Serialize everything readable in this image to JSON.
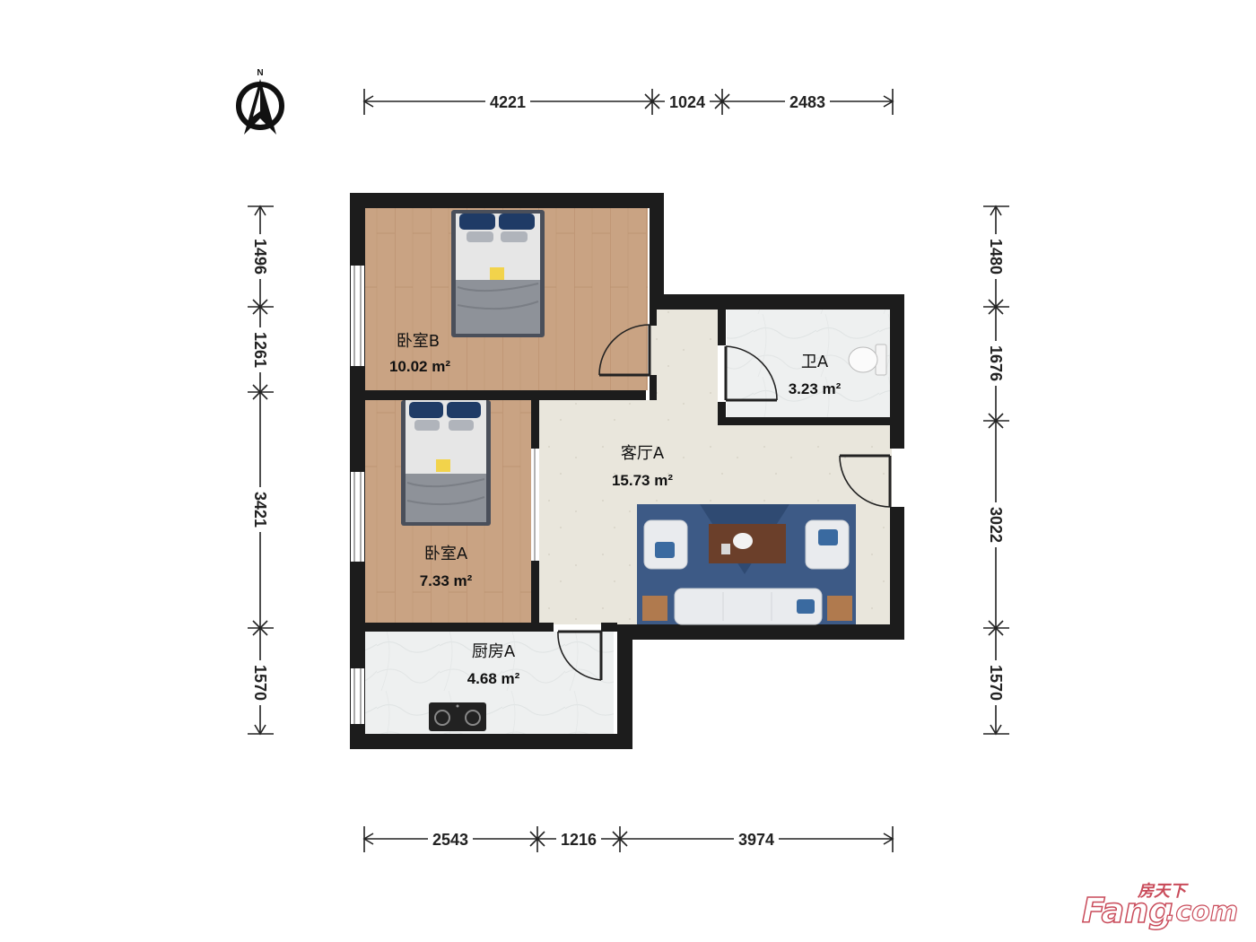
{
  "compass": {
    "label": "N"
  },
  "dimensions": {
    "top": [
      "4221",
      "1024",
      "2483"
    ],
    "bottom": [
      "2543",
      "1216",
      "3974"
    ],
    "left": [
      "1496",
      "1261",
      "3421",
      "1570"
    ],
    "right": [
      "1480",
      "1676",
      "3022",
      "1570"
    ]
  },
  "rooms": [
    {
      "id": "bedroom-b",
      "name": "卧室B",
      "area": "10.02 m²"
    },
    {
      "id": "bedroom-a",
      "name": "卧室A",
      "area": "7.33 m²"
    },
    {
      "id": "living-room-a",
      "name": "客厅A",
      "area": "15.73 m²"
    },
    {
      "id": "bathroom-a",
      "name": "卫A",
      "area": "3.23 m²"
    },
    {
      "id": "kitchen-a",
      "name": "厨房A",
      "area": "4.68 m²"
    }
  ],
  "watermark": {
    "cn": "房天下",
    "latin": "Fang",
    "suffix": ".com"
  },
  "colors": {
    "wall": "#1c1c1c",
    "wood_floor": "#c9a383",
    "tile_floor": "#e9e6dc",
    "marble_floor": "#eef0f0",
    "rug": "#3d5a86",
    "watermark": "#c94b5a"
  }
}
